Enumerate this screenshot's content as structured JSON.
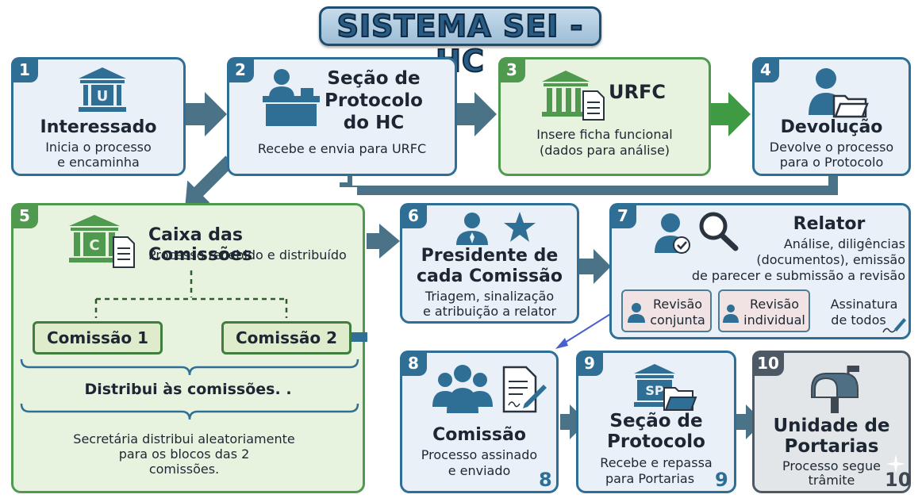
{
  "title": "SISTEMA SEI - HC",
  "steps": {
    "s1": {
      "num": "1",
      "title": "Interessado",
      "desc1": "Inicia o processo",
      "desc2": "e encaminha"
    },
    "s2": {
      "num": "2",
      "title1": "Seção de",
      "title2": "Protocolo",
      "title3": "do HC",
      "desc": "Recebe e envia para URFC"
    },
    "s3": {
      "num": "3",
      "title": "URFC",
      "desc1": "Insere ficha funcional",
      "desc2": "(dados para análise)"
    },
    "s4": {
      "num": "4",
      "title": "Devolução",
      "desc1": "Devolve o processo",
      "desc2": "para o Protocolo"
    },
    "s5": {
      "num": "5",
      "title": "Caixa das Comissões",
      "desc": "Processo recebido e distribuído",
      "commission1": "Comissão 1",
      "commission2": "Comissão 2",
      "distribute": "Distribui às comissões. .",
      "note1": "Secretária distribui aleatoriamente",
      "note2": "para os blocos das 2",
      "note3": "comissões.",
      "icon_letter": "C"
    },
    "s6": {
      "num": "6",
      "title1": "Presidente de",
      "title2": "cada Comissão",
      "desc1": "Triagem, sinalização",
      "desc2": "e atribuição a relator"
    },
    "s7": {
      "num": "7",
      "title": "Relator",
      "desc1": "Análise, diligências",
      "desc2": "(documentos), emissão",
      "desc3": "de parecer e submissão a revisão",
      "review1a": "Revisão",
      "review1b": "conjunta",
      "review2a": "Revisão",
      "review2b": "individual",
      "sign1": "Assinatura",
      "sign2": "de todos"
    },
    "s8": {
      "num": "8",
      "title": "Comissão",
      "desc1": "Processo assinado",
      "desc2": "e enviado",
      "corner": "8"
    },
    "s9": {
      "num": "9",
      "title1": "Seção de",
      "title2": "Protocolo",
      "desc1": "Recebe e repassa",
      "desc2": "para Portarias",
      "corner": "9",
      "icon_letters": "SP"
    },
    "s10": {
      "num": "10",
      "title1": "Unidade de",
      "title2": "Portarias",
      "desc1": "Processo segue",
      "desc2": "trâmite",
      "corner": "10"
    }
  },
  "colors": {
    "blue": "#2f6f95",
    "green": "#4f9a4f",
    "gray": "#4d5a66",
    "arrow": "#4a7388",
    "arrow_green": "#3f9a44"
  },
  "icons": [
    "bank-u-icon",
    "reception-desk-icon",
    "bank-document-icon",
    "person-folder-icon",
    "bank-c-document-icon",
    "president-star-icon",
    "user-check-magnifier-icon",
    "group-contract-icon",
    "bank-sp-folder-icon",
    "mailbox-icon",
    "pen-signature-icon",
    "sparkle-icon"
  ]
}
